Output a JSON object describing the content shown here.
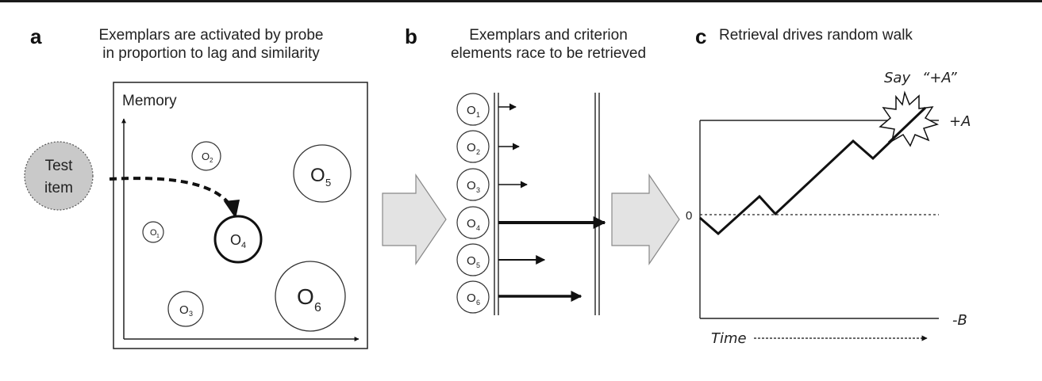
{
  "panel_a": {
    "letter": "a",
    "title_line1": "Exemplars are activated by probe",
    "title_line2": "in proportion to lag and similarity",
    "memory_label": "Memory",
    "test_item_line1": "Test",
    "test_item_line2": "item",
    "exemplars": [
      {
        "name": "O",
        "sub": "1"
      },
      {
        "name": "O",
        "sub": "2"
      },
      {
        "name": "O",
        "sub": "3"
      },
      {
        "name": "O",
        "sub": "4"
      },
      {
        "name": "O",
        "sub": "5"
      },
      {
        "name": "O",
        "sub": "6"
      }
    ]
  },
  "panel_b": {
    "letter": "b",
    "title_line1": "Exemplars and criterion",
    "title_line2": "elements race to be retrieved",
    "items": [
      {
        "name": "O",
        "sub": "1"
      },
      {
        "name": "O",
        "sub": "2"
      },
      {
        "name": "O",
        "sub": "3"
      },
      {
        "name": "O",
        "sub": "4"
      },
      {
        "name": "O",
        "sub": "5"
      },
      {
        "name": "O",
        "sub": "6"
      }
    ]
  },
  "panel_c": {
    "letter": "c",
    "title": "Retrieval drives random walk",
    "say_label": "Say",
    "say_response": "“+A”",
    "upper_bound": "+A",
    "lower_bound": "-B",
    "start_label": "0",
    "time_label": "Time"
  }
}
